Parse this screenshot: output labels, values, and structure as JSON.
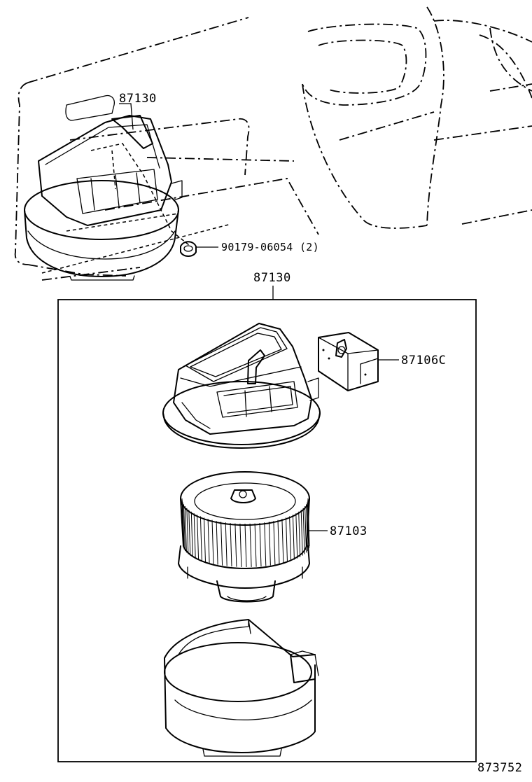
{
  "callouts": {
    "top_case_label": "87130",
    "nut_label": "90179-06054 (2)",
    "assembly_label": "87130",
    "resistor_label": "87106C",
    "blower_motor_label": "87103",
    "diagram_id": "873752"
  }
}
